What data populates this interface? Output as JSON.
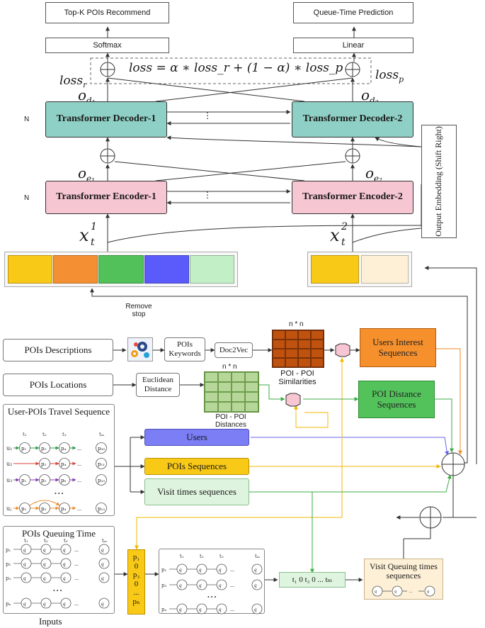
{
  "top": {
    "left_output": "Top-K POIs Recommend",
    "right_output": "Queue-Time Prediction",
    "softmax": "Softmax",
    "linear": "Linear",
    "loss_formula": "loss = α ∗ loss_r + (1 − α) ∗ loss_p",
    "loss_r": "loss",
    "loss_r_sub": "r",
    "loss_p": "loss",
    "loss_p_sub": "p",
    "od1": "o",
    "od1_sub": "d₁",
    "od2": "o",
    "od2_sub": "d₂",
    "oe1": "o",
    "oe1_sub": "e₁",
    "oe2": "o",
    "oe2_sub": "e₂",
    "decoder1": "Transformer Decoder-1",
    "decoder2": "Transformer Decoder-2",
    "encoder1": "Transformer Encoder-1",
    "encoder2": "Transformer Encoder-2",
    "n_dec": "N",
    "n_enc": "N",
    "dots": "⋮",
    "output_embedding": "Output Embedding (Shift Right)",
    "xt1": "x",
    "xt1_sup": "1",
    "xt1_sub": "t",
    "xt2": "x",
    "xt2_sup": "2",
    "xt2_sub": "t"
  },
  "input_colors_left": [
    "#f9c917",
    "#f58f33",
    "#52c159",
    "#5b5bfb",
    "#c2efc6"
  ],
  "input_colors_right": [
    "#f9c917",
    "#fdf0d6"
  ],
  "mid": {
    "remove_stop": "Remove stop",
    "pois_descriptions": "POIs Descriptions",
    "pois_keywords": "POIs Keywords",
    "doc2vec": "Doc2Vec",
    "n_by_n_1": "n * n",
    "poi_similarities": "POI - POI Similarities",
    "users_interest": "Users Interest Sequences",
    "pois_locations": "POIs Locations",
    "euclidean": "Euclidean Distance",
    "n_by_n_2": "n * n",
    "poi_distances": "POI - POI Distances",
    "poi_distance_seq": "POI Distance Sequences",
    "travel_title": "User-POIs Travel Sequence",
    "users": "Users",
    "pois_sequences": "POIs Sequences",
    "visit_times": "Visit times sequences"
  },
  "travel": {
    "t_labels": [
      "t₁",
      "t₂",
      "t₃",
      "tₘ"
    ],
    "rows": [
      {
        "user": "u₁",
        "nodes": [
          "p₁",
          "p₂",
          "p₄",
          "p₃₀"
        ]
      },
      {
        "user": "u₂",
        "nodes": [
          "",
          "p₂",
          "p₄",
          "p₁₁"
        ]
      },
      {
        "user": "u₃",
        "nodes": [
          "p₁",
          "p₂",
          "p₆",
          "p₂₃"
        ]
      },
      {
        "user": "uⱼ",
        "nodes": [
          "p₁",
          "p₂",
          "p₄",
          "p₁₃"
        ]
      }
    ],
    "ellipsis": "...",
    "vdots": "• • •"
  },
  "bottom": {
    "queuing_title": "POIs Queuing Time",
    "inputs": "Inputs",
    "t_labels": [
      "t₁",
      "t₂",
      "t₃",
      "tₘ"
    ],
    "p_rows": [
      "p₁",
      "p₂",
      "p₃",
      "pₙ"
    ],
    "q_token": "q",
    "yellow_col": [
      "p₁",
      "0",
      "p₃",
      "0",
      "...",
      "pₙ"
    ],
    "mid_rows": [
      "p₁",
      "p₃",
      "pₙ"
    ],
    "time_seq": "t₁ 0  t₃  0  ... tₘ",
    "visit_queuing": "Visit Queuing times sequences",
    "ellipsis": "...",
    "vdots": "• • •"
  }
}
